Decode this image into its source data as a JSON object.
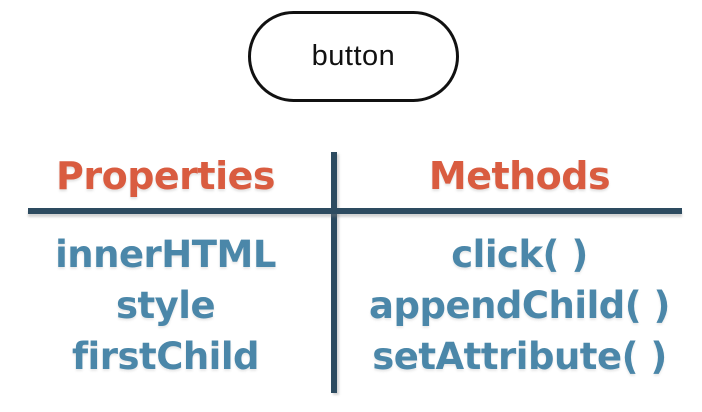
{
  "node": {
    "label": "button"
  },
  "columns": [
    {
      "header": "Properties",
      "items": [
        "innerHTML",
        "style",
        "firstChild"
      ]
    },
    {
      "header": "Methods",
      "items": [
        "click( )",
        "appendChild( )",
        "setAttribute( )"
      ]
    }
  ],
  "colors": {
    "header_text": "#d95c40",
    "item_text": "#4b87a9",
    "divider_line": "#2d4b60",
    "node_border": "#111111",
    "background": "#ffffff"
  }
}
